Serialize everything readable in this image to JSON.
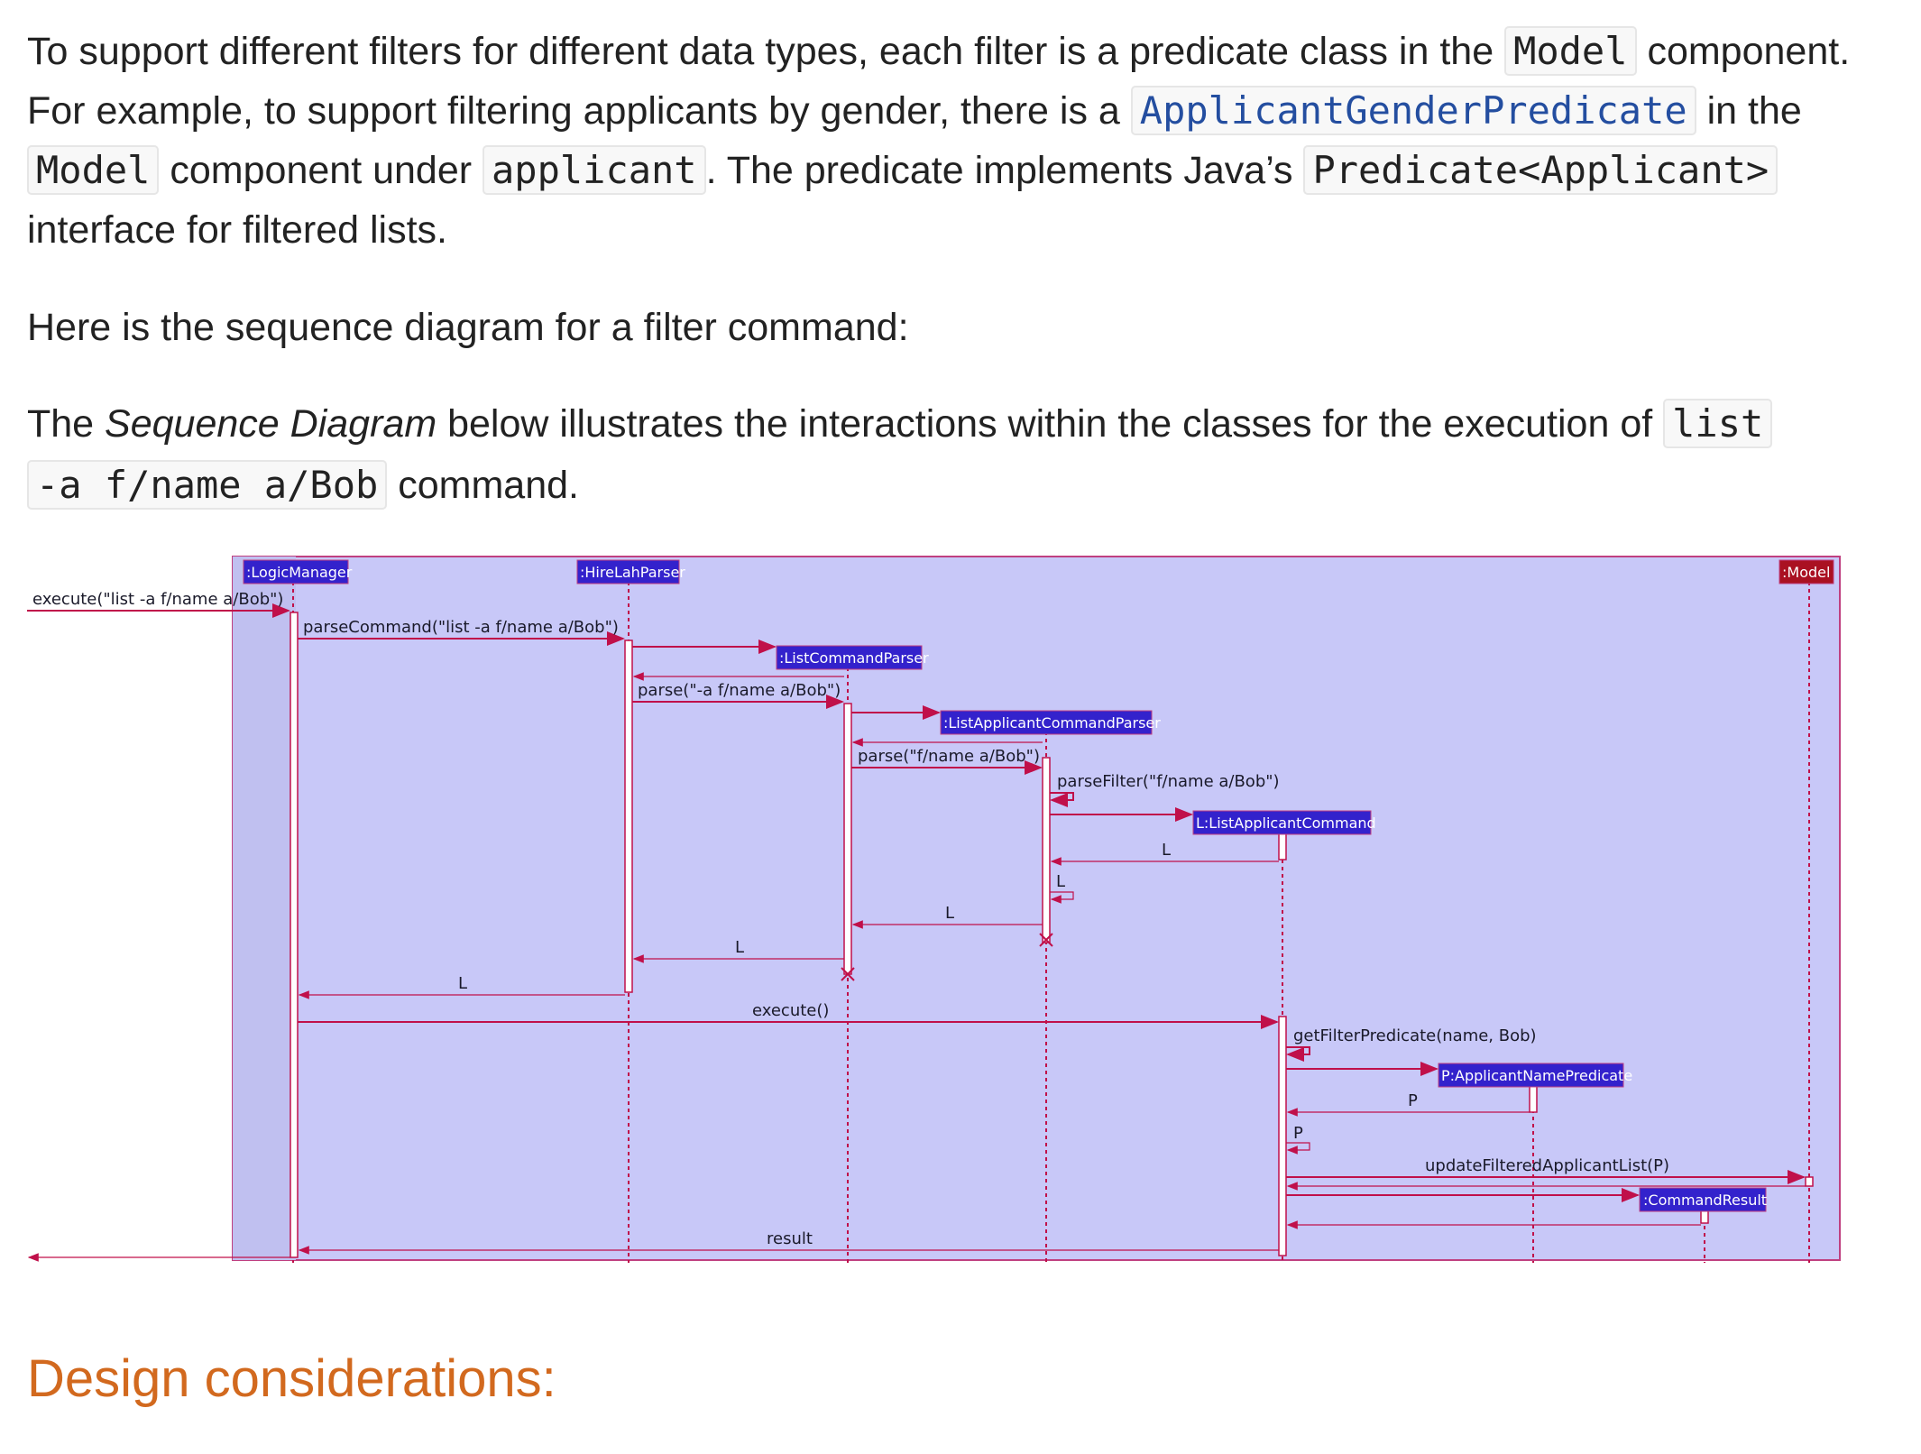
{
  "paragraph1": {
    "t1": "To support different filters for different data types, each filter is a predicate class in the ",
    "c1": "Model",
    "t2": " component. For example, to support filtering applicants by gender, there is a ",
    "c2": "ApplicantGenderPredicate",
    "t3": " in the ",
    "c3": "Model",
    "t4": " component under ",
    "c4": "applicant",
    "t5": ". The predicate implements Java’s ",
    "c5": "Predicate<Applicant>",
    "t6": " interface for filtered lists."
  },
  "paragraph2": "Here is the sequence diagram for a filter command:",
  "paragraph3": {
    "t1": "The ",
    "em": "Sequence Diagram",
    "t2": " below illustrates the interactions within the classes for the execution of ",
    "c1a": "list",
    "c1b": "-a f/name a/Bob",
    "t3": " command."
  },
  "diagram": {
    "participants": {
      "logic_manager": ":LogicManager",
      "hirelah_parser": ":HireLahParser",
      "list_command_parser": ":ListCommandParser",
      "list_applicant_command_parser": ":ListApplicantCommandParser",
      "list_applicant_command": "L:ListApplicantCommand",
      "applicant_name_predicate": "P:ApplicantNamePredicate",
      "command_result": ":CommandResult",
      "model": ":Model"
    },
    "messages": {
      "execute_input": "execute(\"list -a f/name a/Bob\")",
      "parse_command": "parseCommand(\"list -a f/name a/Bob\")",
      "parse_list": "parse(\"-a f/name a/Bob\")",
      "parse_applicant": "parse(\"f/name a/Bob\")",
      "parse_filter": "parseFilter(\"f/name a/Bob\")",
      "return_l1": "L",
      "return_l2": "L",
      "return_l3": "L",
      "return_l4": "L",
      "return_l5": "L",
      "execute": "execute()",
      "get_filter_predicate": "getFilterPredicate(name, Bob)",
      "return_p1": "P",
      "return_p2": "P",
      "update_filtered": "updateFilteredApplicantList(P)",
      "result": "result"
    },
    "colors": {
      "frame_fill": "#c8c8f8",
      "frame_border": "#c04080",
      "participant_box": "#3322cc",
      "model_box": "#aa1122",
      "arrow": "#c0104a"
    }
  },
  "heading": "Design considerations:"
}
